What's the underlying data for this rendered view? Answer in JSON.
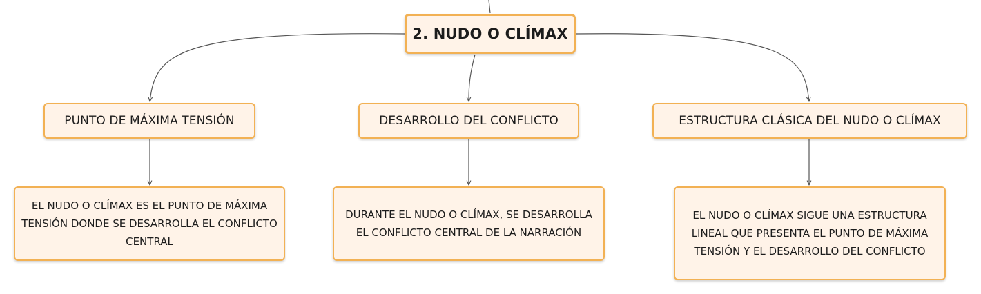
{
  "root": {
    "label": "2. NUDO O CLÍMAX"
  },
  "branches": [
    {
      "label": "PUNTO DE MÁXIMA TENSIÓN",
      "detail": "EL NUDO O CLÍMAX ES EL PUNTO DE MÁXIMA TENSIÓN DONDE SE DESARROLLA EL CONFLICTO CENTRAL"
    },
    {
      "label": "DESARROLLO DEL CONFLICTO",
      "detail": "DURANTE EL NUDO O CLÍMAX, SE DESARROLLA EL CONFLICTO CENTRAL DE LA NARRACIÓN"
    },
    {
      "label": "ESTRUCTURA CLÁSICA DEL NUDO O CLÍMAX",
      "detail": "EL NUDO O CLÍMAX SIGUE UNA ESTRUCTURA LINEAL QUE PRESENTA EL PUNTO DE MÁXIMA TENSIÓN Y EL DESARROLLO DEL CONFLICTO"
    }
  ],
  "colors": {
    "node_fill": "#fff3e8",
    "node_border": "#f2b154",
    "connector": "#555555",
    "text": "#1c1c1c"
  }
}
